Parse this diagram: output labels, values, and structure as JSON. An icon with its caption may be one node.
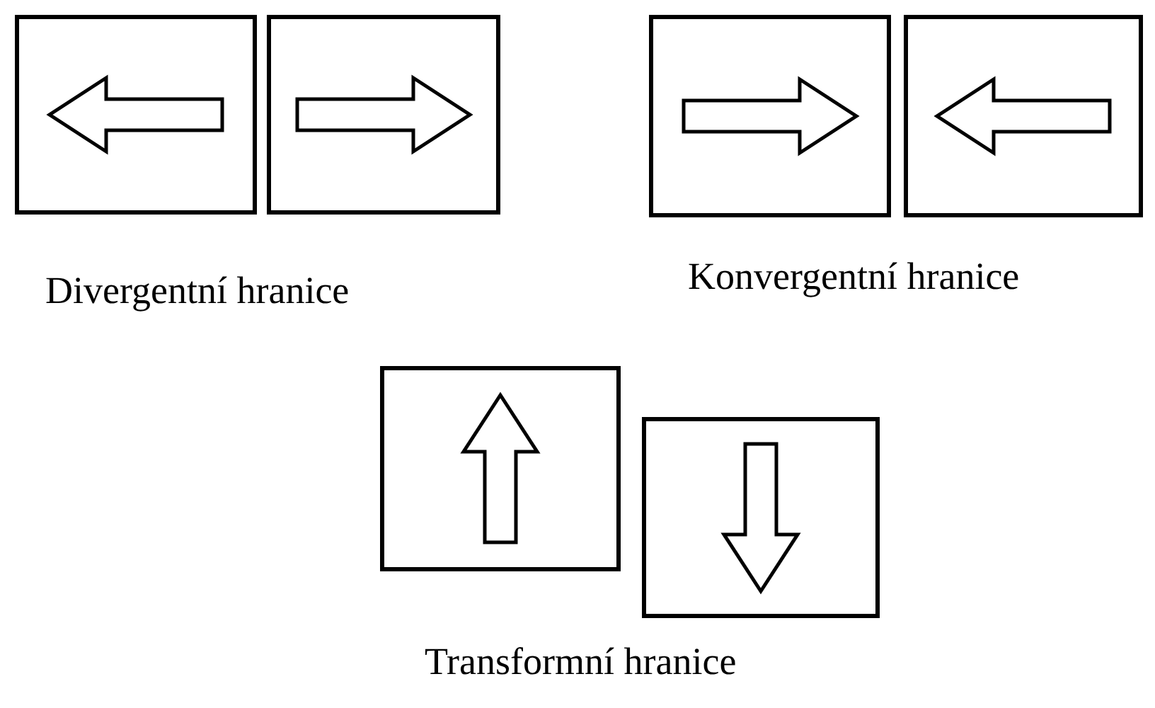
{
  "diagram": {
    "labels": [
      "Divergentní hranice",
      "Konvergentní hranice",
      "Transformní hranice"
    ]
  }
}
